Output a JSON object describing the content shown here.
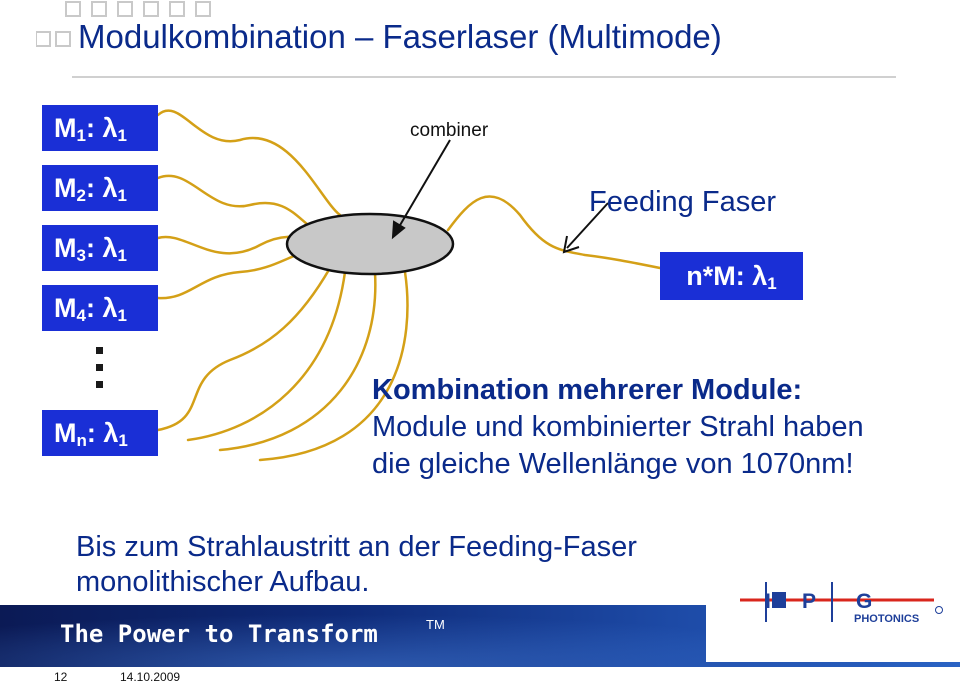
{
  "slide": {
    "title": "Modulkombination – Faserlaser (Multimode)",
    "modules": [
      {
        "m": "M",
        "sub": "1",
        "lam": ": λ",
        "lamsub": "1"
      },
      {
        "m": "M",
        "sub": "2",
        "lam": ": λ",
        "lamsub": "1"
      },
      {
        "m": "M",
        "sub": "3",
        "lam": ": λ",
        "lamsub": "1"
      },
      {
        "m": "M",
        "sub": "4",
        "lam": ": λ",
        "lamsub": "1"
      },
      {
        "m": "M",
        "sub": "n",
        "lam": ": λ",
        "lamsub": "1"
      }
    ],
    "combiner_label": "combiner",
    "feeding_label": "Feeding Faser",
    "output": {
      "text": "n*M: λ",
      "sub": "1"
    },
    "kombination": {
      "heading": "Kombination mehrerer Module:",
      "line1": "Module und kombinierter Strahl haben",
      "line2": "die gleiche Wellenlänge von 1070nm!"
    },
    "bis": {
      "line1": "Bis zum Strahlaustritt an der Feeding-Faser",
      "line2": "monolithischer Aufbau."
    }
  },
  "banner": {
    "slogan": "The Power to Transform",
    "tm": "TM"
  },
  "logo": {
    "letters": [
      "I",
      "P",
      "G"
    ],
    "sub": "PHOTONICS"
  },
  "footer": {
    "page": "12",
    "date": "14.10.2009"
  },
  "colors": {
    "module_blue": "#1a2fd6",
    "text_blue": "#0a2a8a",
    "fiber_gold": "#d4a017",
    "logo_red": "#d9261c",
    "logo_blue": "#1e3f9a"
  }
}
